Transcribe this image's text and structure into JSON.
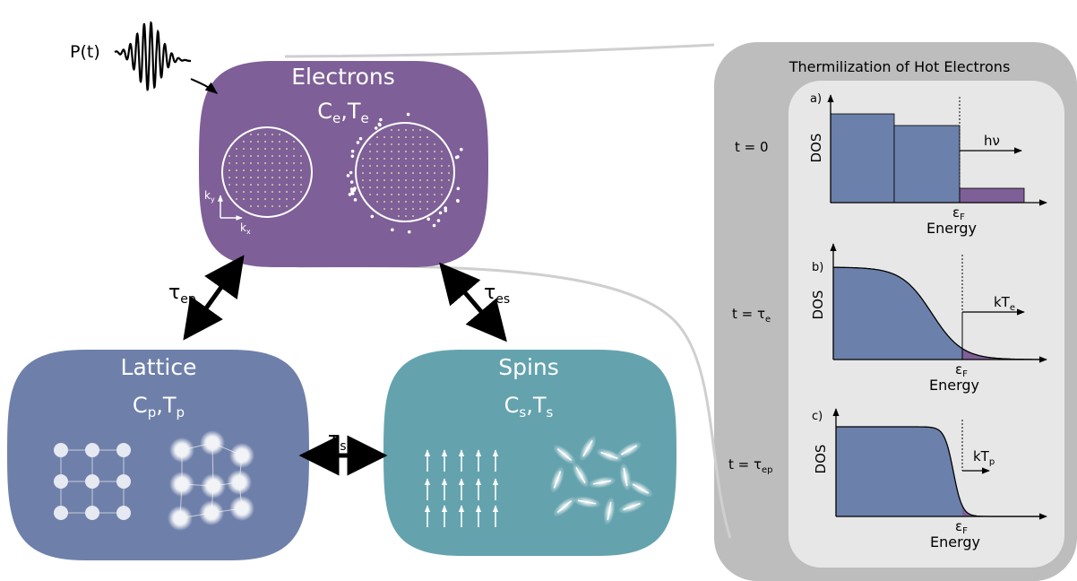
{
  "pulse": {
    "label": "P(t)"
  },
  "electrons": {
    "title": "Electrons",
    "C": "C",
    "C_sub": "e",
    "sep": ",",
    "T": "T",
    "T_sub": "e",
    "k_y": "k",
    "k_y_sub": "y",
    "k_x": "k",
    "k_x_sub": "x",
    "color": "#7e5f97"
  },
  "lattice": {
    "title": "Lattice",
    "C": "C",
    "C_sub": "p",
    "sep": ",",
    "T": "T",
    "T_sub": "p",
    "color": "#6e80aa"
  },
  "spins": {
    "title": "Spins",
    "C": "C",
    "C_sub": "s",
    "sep": ",",
    "T": "T",
    "T_sub": "s",
    "color": "#64a3ae"
  },
  "couplings": {
    "ep": {
      "tau": "τ",
      "sub": "ep"
    },
    "es": {
      "tau": "τ",
      "sub": "es"
    },
    "sp": {
      "tau": "τ",
      "sub": "sp"
    }
  },
  "panel": {
    "title": "Thermilization of Hot Electrons",
    "plots": [
      {
        "tag": "a)",
        "time": "t = 0",
        "time_sub": "",
        "ylabel": "DOS",
        "xlabel": "Energy",
        "fermi": "ε",
        "fermi_sub": "F",
        "arrow_label": "hν",
        "arrow_sub": ""
      },
      {
        "tag": "b)",
        "time": "t = τ",
        "time_sub": "e",
        "ylabel": "DOS",
        "xlabel": "Energy",
        "fermi": "ε",
        "fermi_sub": "F",
        "arrow_label": "kT",
        "arrow_sub": "e"
      },
      {
        "tag": "c)",
        "time": "t = τ",
        "time_sub": "ep",
        "ylabel": "DOS",
        "xlabel": "Energy",
        "fermi": "ε",
        "fermi_sub": "F",
        "arrow_label": "kT",
        "arrow_sub": "p"
      }
    ],
    "fill_blue": "#6b80aa",
    "fill_purple": "#7e5f97"
  }
}
